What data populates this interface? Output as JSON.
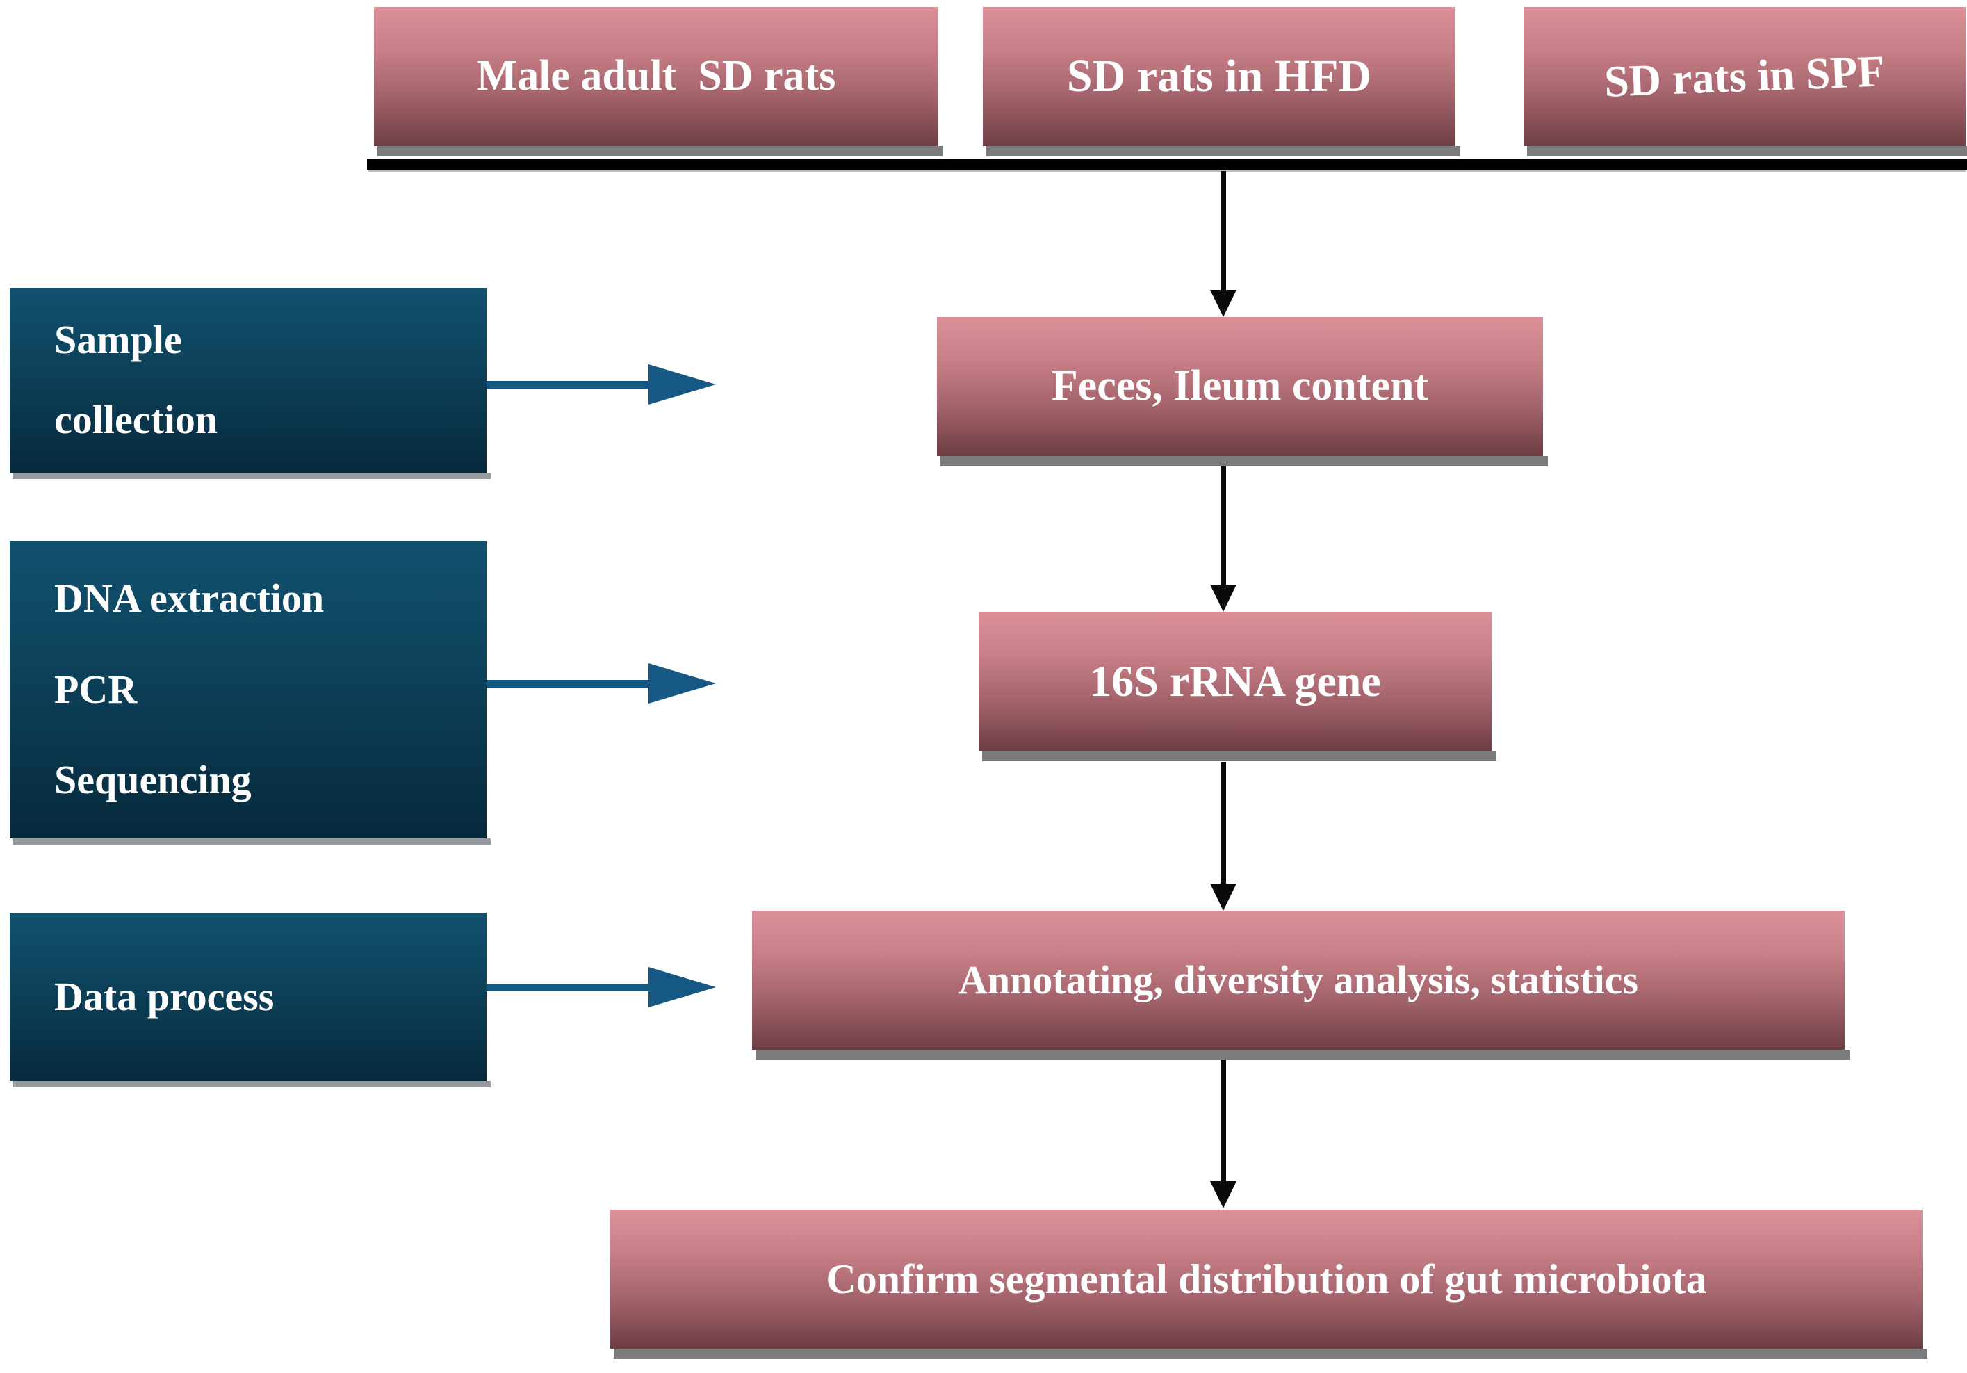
{
  "diagram_type": "study-workflow-flowchart",
  "top_row_boxes": [
    "Male adult  SD rats",
    "SD rats in HFD",
    "SD rats in SPF"
  ],
  "left_step_boxes": [
    {
      "lines": [
        "Sample",
        "collection"
      ]
    },
    {
      "lines": [
        "DNA extraction",
        "PCR",
        "Sequencing"
      ]
    },
    {
      "lines": [
        "Data process"
      ]
    }
  ],
  "flow_boxes": [
    "Feces, Ileum content",
    "16S rRNA gene",
    "Annotating, diversity analysis, statistics",
    "Confirm segmental distribution of gut microbiota"
  ],
  "colors": {
    "pink_gradient_top": "#dc9199",
    "pink_gradient_bottom": "#6e3d44",
    "teal_gradient_top": "#11516f",
    "teal_gradient_bottom": "#07293c",
    "arrow_blue": "#145883",
    "flow_line_black": "#0a0a0a",
    "box_shadow_gray": "#7b7b7b",
    "text_white": "#ffffff"
  }
}
